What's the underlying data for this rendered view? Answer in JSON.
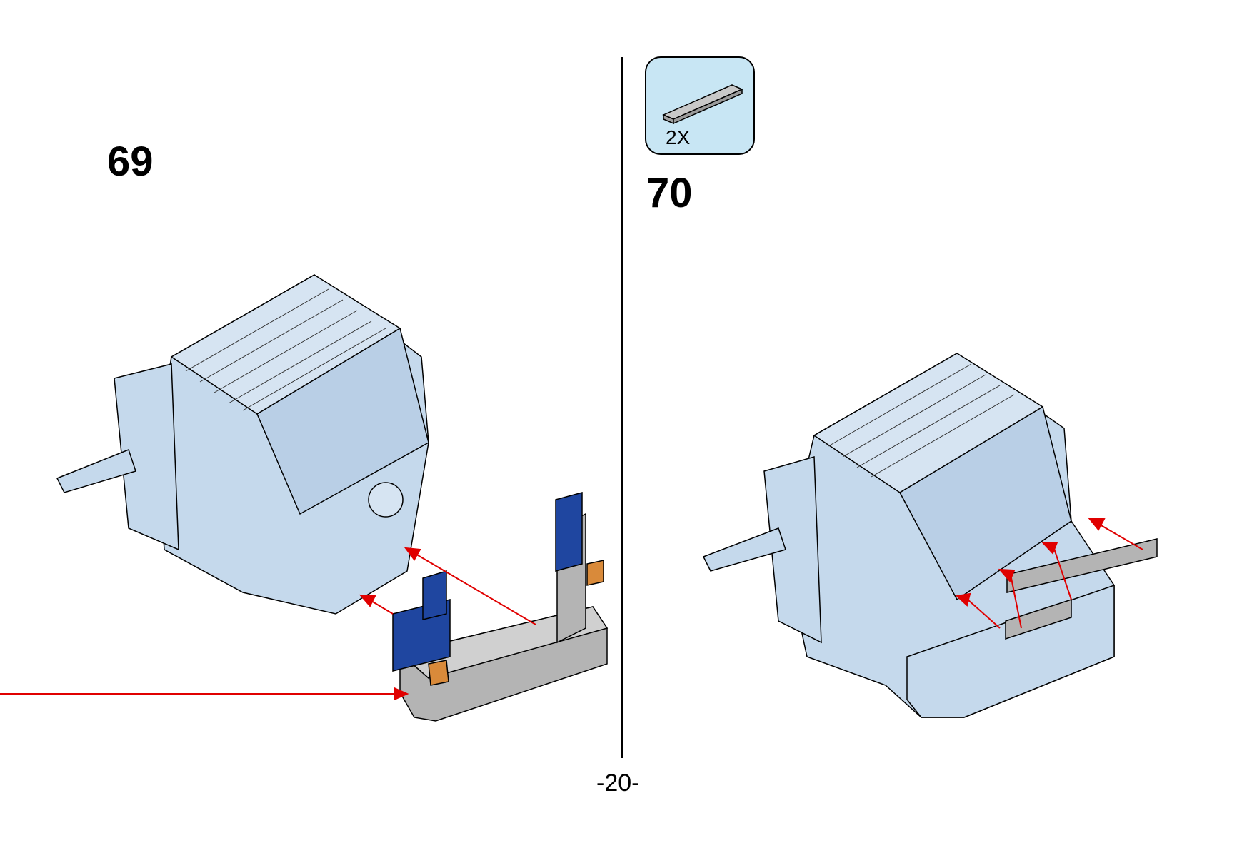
{
  "page": {
    "number": "-20-"
  },
  "steps": [
    {
      "number": "69"
    },
    {
      "number": "70",
      "parts_callout": {
        "quantity": "2X",
        "part_icon": "gray-tile-1x4-icon"
      }
    }
  ],
  "colors": {
    "model": "#c5d9ec",
    "arrow": "#e00000",
    "callout_bg": "#c8e6f4",
    "gray_part": "#b4b4b4",
    "blue_part": "#1f46a0",
    "orange_part": "#d98a3a"
  }
}
